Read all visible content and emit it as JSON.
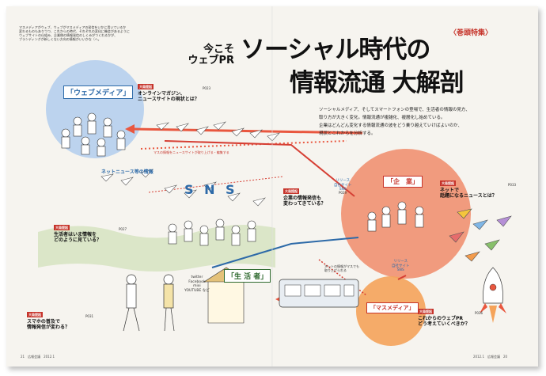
{
  "header": {
    "kicker": "〈巻頭特集〉",
    "lead_line1": "今こそ",
    "lead_line2": "ウェブPR",
    "title_line1": "ソーシャル時代の",
    "title_line2": "情報流通 大解剖"
  },
  "intro": {
    "lines": [
      "ソーシャルメディア、そしてスマートフォンの登場で、生活者の情報の見方、",
      "取り方が大きく変化。情報流通が複雑化、複層化し始めている。",
      "企業はどんどん変化する情報流通の波をどう乗り越えていけばよいのか、",
      "現状とこれからを分析する。"
    ]
  },
  "left_intro": {
    "lines": [
      "マスメディアがウェブ、ウェブがマスメディアの発信をいかに用いているか",
      "変わるものもありつつ、これからの時代、それぞれの変化に機会があるように",
      "ウェブサイトの仕組み、企業側の情報発信のしくみがつくれるかが、",
      "ブランディングが新しくない方向の情報がいいかな（へ。"
    ]
  },
  "diagram": {
    "web_media_label": "「ウェブメディア」",
    "companies_label": "「企　業」",
    "mass_media_label": "「マスメディア」",
    "consumers_label": "「生 活 者」",
    "sns_label": "S N S",
    "net_news_label": "ネットニュース等の情報",
    "mass_info_note": "マスの情報をニュースサイトが取り上げる・編集する",
    "release_label_top": "リリース\n自社サイト\nSNS",
    "release_label_bottom": "リリース\n自社サイト\nSNS",
    "net_info_note": "ネットの情報がマスでも\n取り上げられる",
    "sns_list": "twitter\nFacebook\nmixi\nYOUTUBE など"
  },
  "sections": [
    {
      "tag": "大局提起",
      "title": "オンラインマガジン、\nニュースサイトの現状とは？",
      "page": "P023"
    },
    {
      "tag": "大局提起",
      "title": "企業の情報発信も\n変わってきている？",
      "page": "P029"
    },
    {
      "tag": "大局提起",
      "title": "ネットで\n話題になるニュースとは？",
      "page": "P033"
    },
    {
      "tag": "大局提起",
      "title": "生活者はいま情報を\nどのように見ている？",
      "page": "P027"
    },
    {
      "tag": "大局提起",
      "title": "スマホの普及で\n情報発信が変わる？",
      "page": "P031"
    },
    {
      "tag": "大局提起",
      "title": "これからのウェブPR\nどう考えていくべきか？",
      "page": "P036"
    }
  ],
  "folio": {
    "left": "21　広報会議　2012.1",
    "right": "2012.1　広報会議　20"
  },
  "colors": {
    "red": "#c6342b",
    "blue_circle": "#bcd3ee",
    "salmon_circle": "#f08b6a",
    "orange_circle": "#f5a35a",
    "green_band": "#c4dba8"
  }
}
